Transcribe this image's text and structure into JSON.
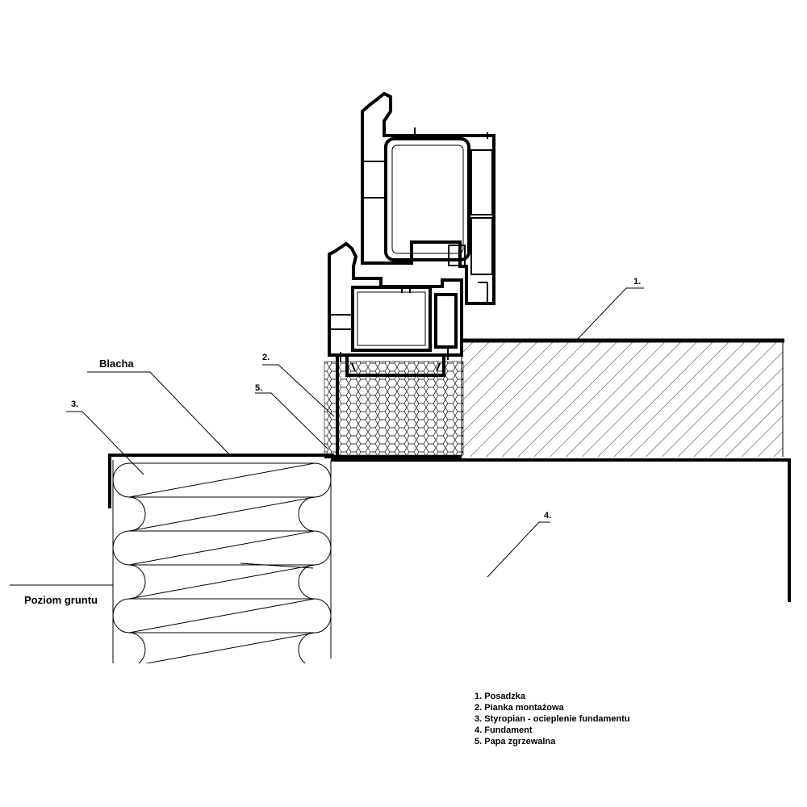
{
  "callouts": {
    "c1": "1.",
    "c2": "2.",
    "c3": "3.",
    "c4": "4.",
    "c5": "5.",
    "blacha": "Blacha",
    "poziom": "Poziom gruntu"
  },
  "legend": [
    "1. Posadzka",
    "2. Pianka montażowa",
    "3. Styropian - ocieplenie fundamentu",
    "4. Fundament",
    "5. Papa zgrzewalna"
  ],
  "colors": {
    "line": "#000000",
    "background": "#ffffff"
  }
}
